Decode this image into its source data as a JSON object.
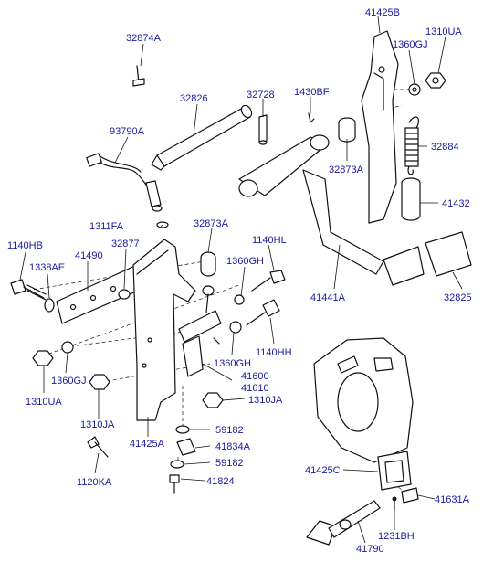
{
  "labels": {
    "l_41425b": "41425B",
    "l_1310ua_top": "1310UA",
    "l_32874a": "32874A",
    "l_1360gj_top": "1360GJ",
    "l_32826": "32826",
    "l_32728": "32728",
    "l_1430bf": "1430BF",
    "l_93790a": "93790A",
    "l_32884": "32884",
    "l_32873a_top": "32873A",
    "l_41432": "41432",
    "l_1311fa": "1311FA",
    "l_32873a_mid": "32873A",
    "l_1140hb": "1140HB",
    "l_32877": "32877",
    "l_1140hl": "1140HL",
    "l_41490": "41490",
    "l_1338ae": "1338AE",
    "l_1360gh_top": "1360GH",
    "l_41441a": "41441A",
    "l_32825": "32825",
    "l_1140hh": "1140HH",
    "l_1360gj_bot": "1360GJ",
    "l_1360gh_bot": "1360GH",
    "l_41600": "41600",
    "l_41610": "41610",
    "l_1310ua_bot": "1310UA",
    "l_1310ja_right": "1310JA",
    "l_1310ja_left": "1310JA",
    "l_59182_top": "59182",
    "l_41425a": "41425A",
    "l_41834a": "41834A",
    "l_59182_bot": "59182",
    "l_1120ka": "1120KA",
    "l_41824": "41824",
    "l_41425c": "41425C",
    "l_41631a": "41631A",
    "l_1231bh": "1231BH",
    "l_41790": "41790"
  }
}
